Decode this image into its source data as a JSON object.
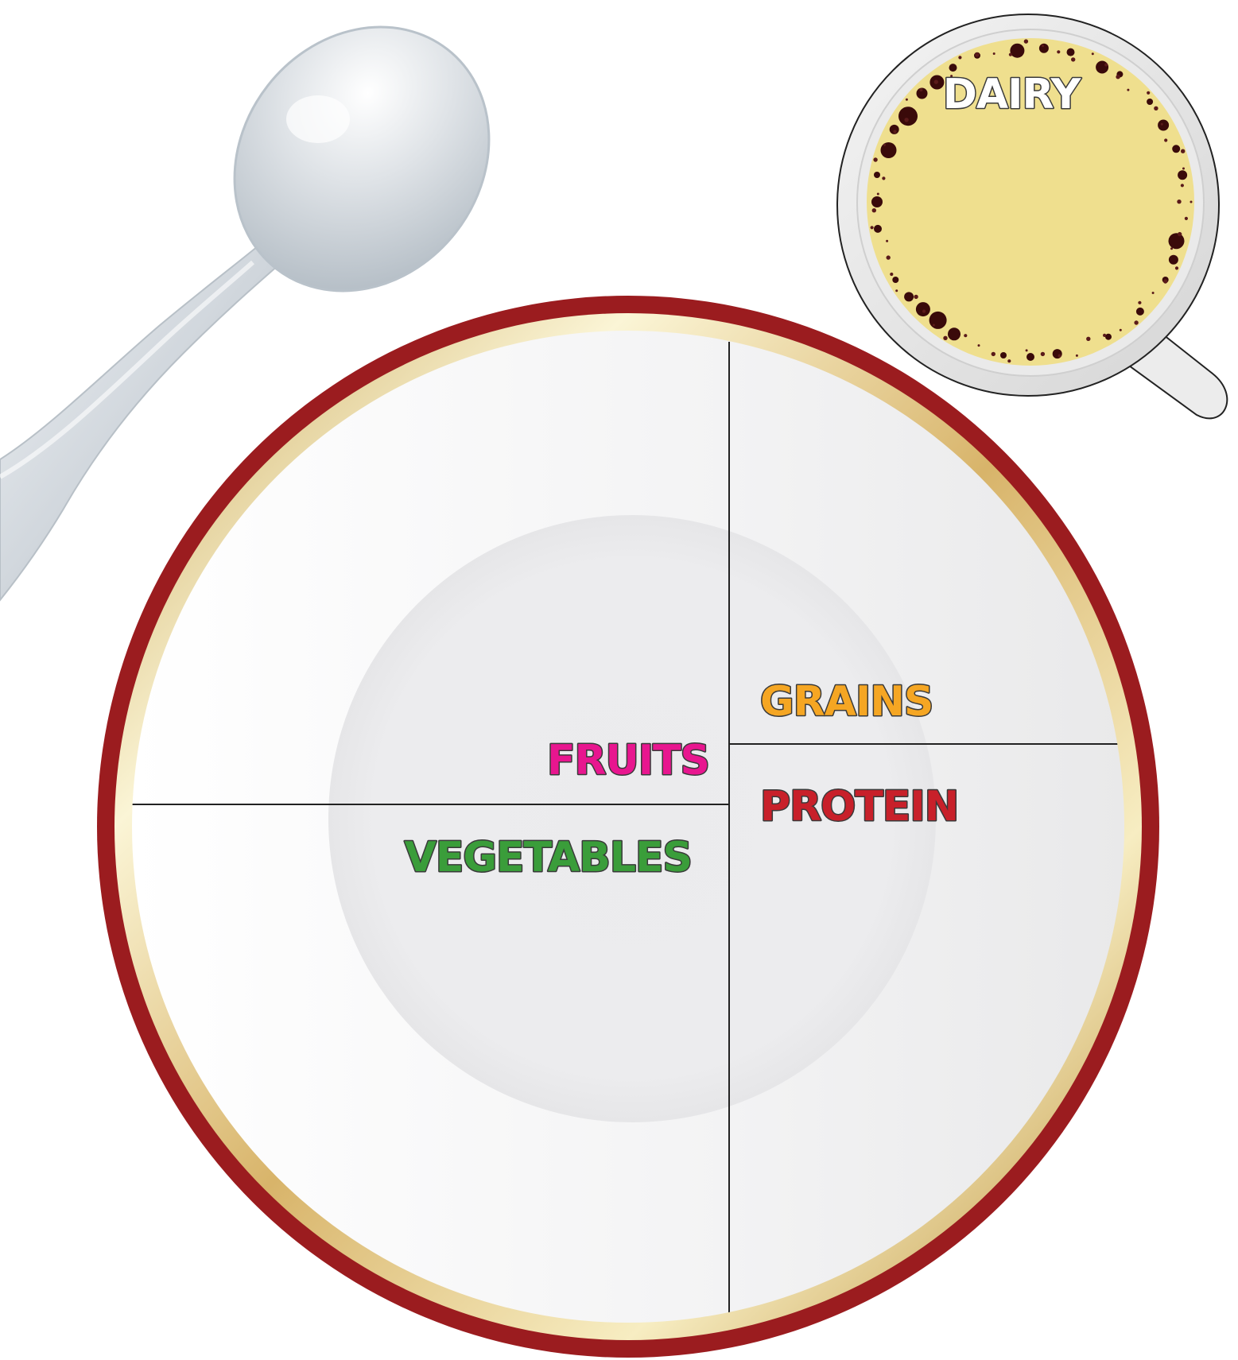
{
  "plate": {
    "sections": [
      {
        "id": "fruits",
        "label": "FRUITS",
        "color": "#e8168f"
      },
      {
        "id": "grains",
        "label": "GRAINS",
        "color": "#f5a623"
      },
      {
        "id": "protein",
        "label": "PROTEIN",
        "color": "#c8202a"
      },
      {
        "id": "vegetables",
        "label": "VEGETABLES",
        "color": "#3a9d3a"
      }
    ],
    "rim_color": "#9b1c1f"
  },
  "cup": {
    "label": "DAIRY",
    "fill_color": "#efdf8e"
  },
  "colors": {
    "background": "#ffffff"
  }
}
